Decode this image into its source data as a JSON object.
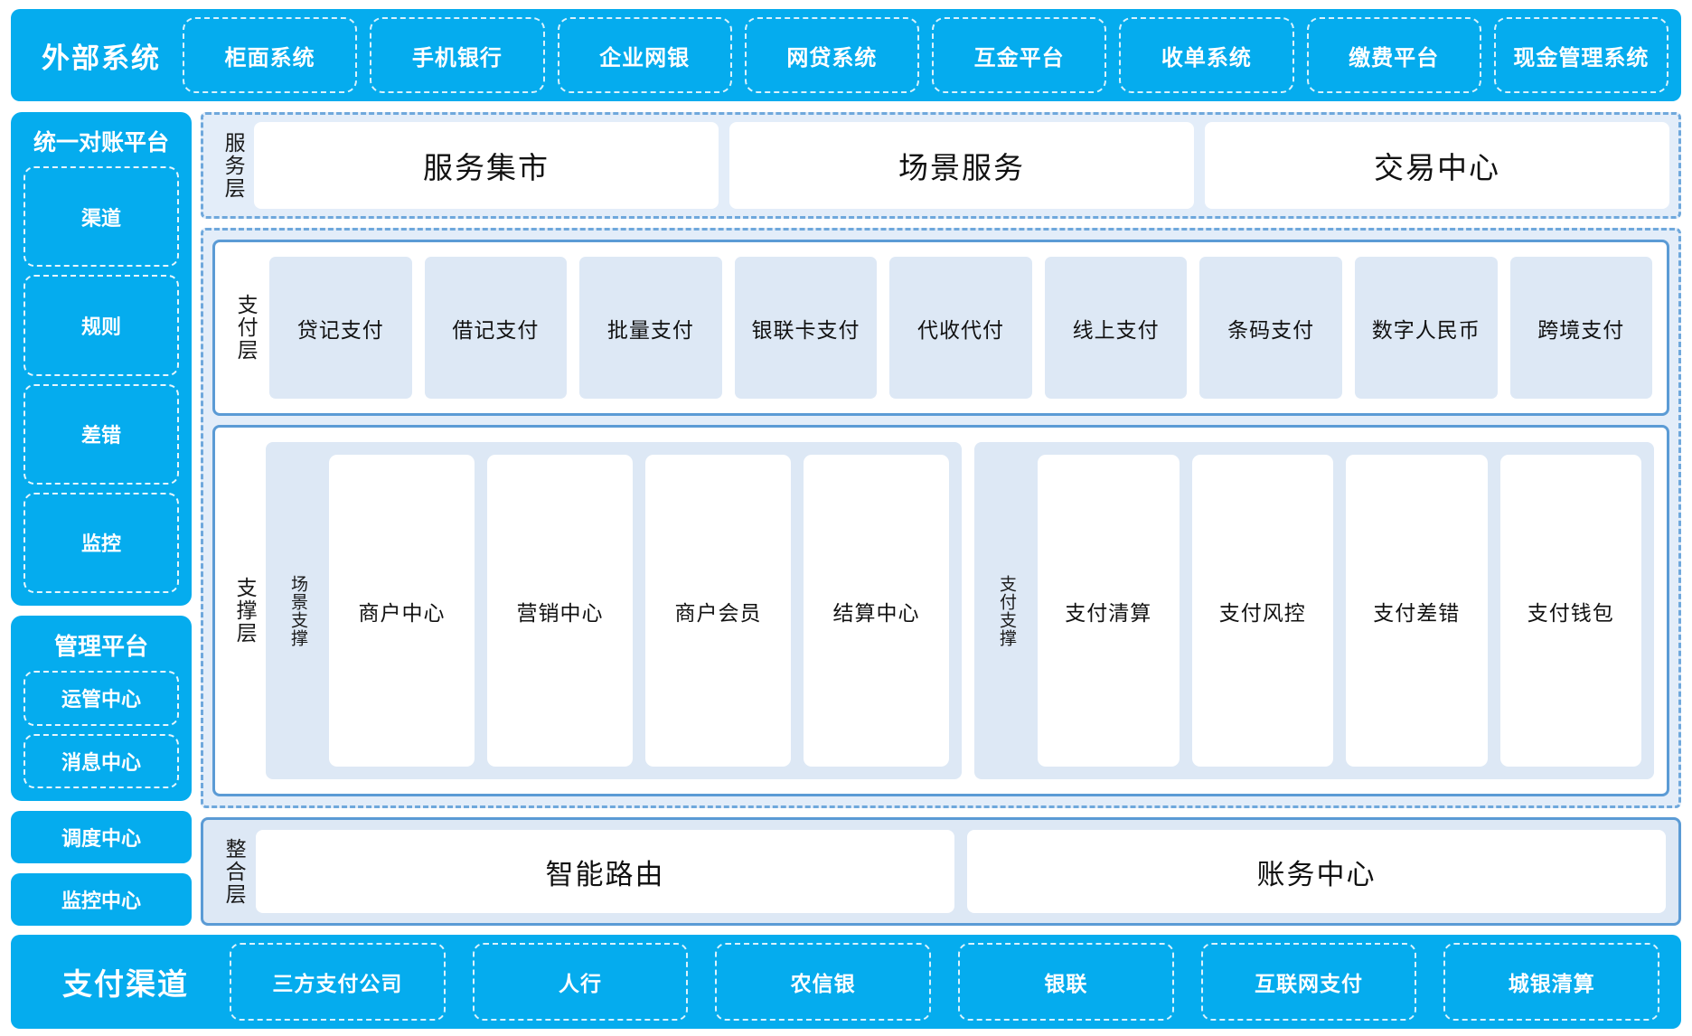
{
  "colors": {
    "brand_blue": "#05ACEE",
    "panel_light_blue": "#DDE8F5",
    "group_bg": "#E3EDF9",
    "border_blue": "#5B9BD5",
    "dashed_blue": "#6FA8DC",
    "white": "#FFFFFF",
    "text_dark": "#111111"
  },
  "external_systems": {
    "title": "外部系统",
    "items": [
      "柜面系统",
      "手机银行",
      "企业网银",
      "网贷系统",
      "互金平台",
      "收单系统",
      "缴费平台",
      "现金管理系统"
    ]
  },
  "sidebar": {
    "reconciliation_platform": {
      "title": "统一对账平台",
      "items": [
        "渠道",
        "规则",
        "差错",
        "监控"
      ]
    },
    "management_platform": {
      "title": "管理平台",
      "items": [
        "运管中心",
        "消息中心"
      ]
    },
    "standalone": [
      "调度中心",
      "监控中心"
    ]
  },
  "service_layer": {
    "label": "服务层",
    "cards": [
      "服务集市",
      "场景服务",
      "交易中心"
    ]
  },
  "payment_layer": {
    "label": "支付层",
    "cards": [
      "贷记支付",
      "借记支付",
      "批量支付",
      "银联卡支付",
      "代收代付",
      "线上支付",
      "条码支付",
      "数字人民币",
      "跨境支付"
    ]
  },
  "support_layer": {
    "label": "支撑层",
    "groups": [
      {
        "label": "场景支撑",
        "cards": [
          "商户中心",
          "营销中心",
          "商户会员",
          "结算中心"
        ]
      },
      {
        "label": "支付支撑",
        "cards": [
          "支付清算",
          "支付风控",
          "支付差错",
          "支付钱包"
        ]
      }
    ]
  },
  "integration_layer": {
    "label": "整合层",
    "cards": [
      "智能路由",
      "账务中心"
    ]
  },
  "payment_channel": {
    "title": "支付渠道",
    "items": [
      "三方支付公司",
      "人行",
      "农信银",
      "银联",
      "互联网支付",
      "城银清算"
    ]
  }
}
